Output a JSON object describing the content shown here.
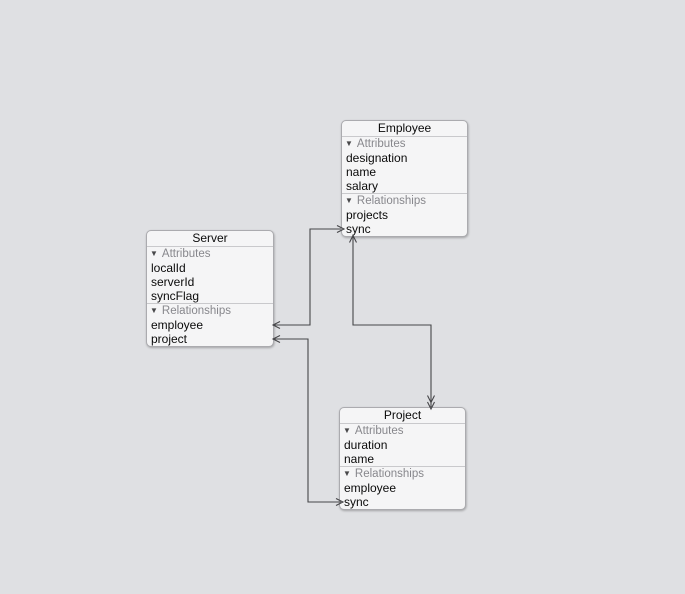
{
  "diagram": {
    "colors": {
      "background": "#dfe0e3",
      "entity_fill": "#f5f5f6",
      "entity_border": "#ababaf",
      "separator": "#c9c9cc",
      "section_header_text": "#87878c",
      "row_text": "#0a0a0a",
      "connector": "#464649"
    },
    "icons": {
      "disclosure": "▼"
    },
    "entities": [
      {
        "name": "Employee",
        "sections": [
          {
            "label": "Attributes",
            "rows": [
              "designation",
              "name",
              "salary"
            ]
          },
          {
            "label": "Relationships",
            "rows": [
              "projects",
              "sync"
            ]
          }
        ]
      },
      {
        "name": "Server",
        "sections": [
          {
            "label": "Attributes",
            "rows": [
              "localId",
              "serverId",
              "syncFlag"
            ]
          },
          {
            "label": "Relationships",
            "rows": [
              "employee",
              "project"
            ]
          }
        ]
      },
      {
        "name": "Project",
        "sections": [
          {
            "label": "Attributes",
            "rows": [
              "duration",
              "name"
            ]
          },
          {
            "label": "Relationships",
            "rows": [
              "employee",
              "sync"
            ]
          }
        ]
      }
    ],
    "connections": [
      {
        "from": "Server.employee",
        "to": "Employee.sync",
        "from_arrow": "single",
        "to_arrow": "single"
      },
      {
        "from": "Server.project",
        "to": "Project.sync",
        "from_arrow": "single",
        "to_arrow": "single"
      },
      {
        "from": "Employee.projects",
        "to": "Project.employee",
        "employee_end_arrow": "single",
        "project_end_arrow": "double"
      }
    ]
  }
}
